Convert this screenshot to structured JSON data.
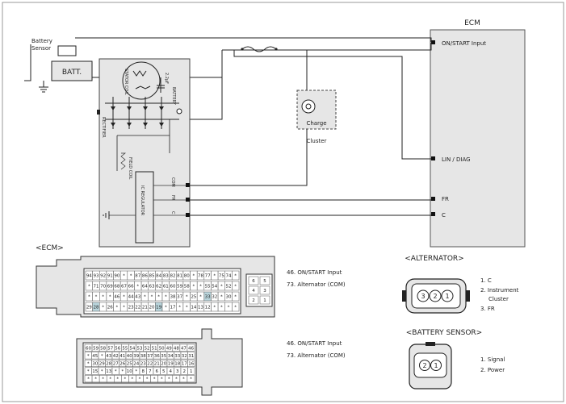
{
  "labels": {
    "ecm_title": "ECM",
    "ecm_pin_on_start": "ON/START Input",
    "ecm_pin_lin": "LIN / DIAG",
    "ecm_pin_fr": "FR",
    "ecm_pin_c": "C",
    "battery_sensor": "Battery\nSensor",
    "batt": "BATT.",
    "charge": "Charge",
    "cluster": "Cluster",
    "stator_coil": "STATOR COIL",
    "rectifier": "RECTIFIER",
    "field_coil": "FIELD COIL",
    "ic_regulator": "IC REGULATOR",
    "battery_terminal": "BATTERY",
    "com_terminal": "COM",
    "fr_terminal": "FR",
    "c_terminal": "C",
    "cap": "2.2μF"
  },
  "ecm_connector": {
    "heading": "<ECM>",
    "notes": [
      "46. ON/START Input",
      "73. Alternator (COM)"
    ],
    "row1": [
      "94",
      "93",
      "92",
      "91",
      "90",
      "*",
      "*",
      "87",
      "86",
      "85",
      "84",
      "83",
      "82",
      "81",
      "80",
      "*",
      "78",
      "77",
      "*",
      "75",
      "74",
      "*"
    ],
    "row2": [
      "*",
      "71",
      "70",
      "69",
      "68",
      "67",
      "66",
      "*",
      "64",
      "63",
      "62",
      "61",
      "60",
      "59",
      "58",
      "*",
      "*",
      "55",
      "54",
      "*",
      "52",
      "*"
    ],
    "row3": [
      "*",
      "*",
      "*",
      "*",
      "46",
      "*",
      "44",
      "43",
      "*",
      "*",
      "*",
      "*",
      "38",
      "37",
      "*",
      "25",
      "*",
      "33",
      "32",
      "*",
      "30",
      "*"
    ],
    "row4": [
      "29",
      "28",
      "*",
      "26",
      "*",
      "*",
      "23",
      "22",
      "21",
      "20",
      "19",
      "*",
      "17",
      "*",
      "*",
      "14",
      "13",
      "12",
      "*",
      "*",
      "*",
      "*"
    ],
    "side": [
      "6",
      "5",
      "4",
      "3",
      "2",
      "1"
    ]
  },
  "second_connector": {
    "notes": [
      "46. ON/START Input",
      "73. Alternator (COM)"
    ],
    "row1": [
      "60",
      "59",
      "58",
      "57",
      "56",
      "55",
      "54",
      "53",
      "52",
      "51",
      "50",
      "49",
      "48",
      "47",
      "46"
    ],
    "row2": [
      "*",
      "45",
      "*",
      "43",
      "42",
      "41",
      "40",
      "39",
      "38",
      "37",
      "36",
      "35",
      "34",
      "33",
      "32",
      "31"
    ],
    "row3": [
      "*",
      "30",
      "29",
      "28",
      "27",
      "26",
      "25",
      "24",
      "23",
      "22",
      "21",
      "20",
      "19",
      "18",
      "17",
      "16"
    ],
    "row4": [
      "*",
      "15",
      "*",
      "13",
      "*",
      "*",
      "10",
      "*",
      "8",
      "7",
      "6",
      "5",
      "4",
      "3",
      "2",
      "1"
    ],
    "row5": [
      "*",
      "*",
      "*",
      "*",
      "*",
      "*",
      "*",
      "*",
      "*",
      "*",
      "*",
      "*",
      "*",
      "*",
      "*"
    ]
  },
  "alternator_connector": {
    "heading": "<ALTERNATOR>",
    "pins": [
      "3",
      "2",
      "1"
    ],
    "legend": [
      "1. C",
      "2. Instrument\n    Cluster",
      "3. FR"
    ]
  },
  "battery_sensor_connector": {
    "heading": "<BATTERY SENSOR>",
    "pins": [
      "2",
      "1"
    ],
    "legend": [
      "1. Signal",
      "2. Power"
    ]
  }
}
